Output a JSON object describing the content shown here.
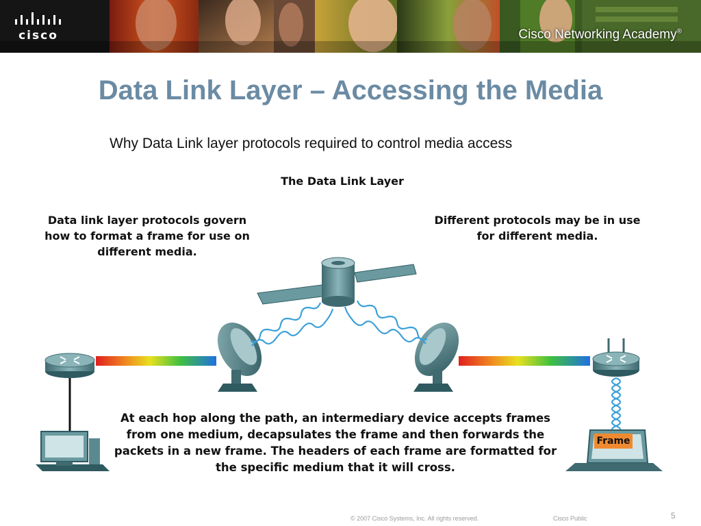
{
  "banner": {
    "logo_text": "cisco",
    "academy_text": "Cisco Networking Academy",
    "academy_mark": "®"
  },
  "slide": {
    "title": "Data Link Layer – Accessing the Media",
    "subtitle": "Why Data Link layer protocols required to control media access"
  },
  "diagram": {
    "heading": "The Data Link Layer",
    "left_note": "Data link layer protocols govern how to format a frame for use on different media.",
    "right_note": "Different protocols may be in use for different media.",
    "bottom_note": "At each hop along the path, an intermediary device accepts frames from one medium, decapsulates the frame and then forwards the packets in a new frame. The headers of each frame are formatted for the specific medium that it will cross.",
    "frame_label": "Frame",
    "icons": [
      "router-icon",
      "desktop-computer-icon",
      "satellite-dish-icon",
      "satellite-icon",
      "wireless-router-icon",
      "laptop-icon"
    ],
    "colors": {
      "title": "#6b8ba4",
      "device": "#5a8a90",
      "frame": "#f08a30",
      "wireless_link": "#3aa0d8"
    }
  },
  "footer": {
    "copyright": "© 2007 Cisco Systems, Inc. All rights reserved.",
    "classification": "Cisco Public",
    "page_number": "5"
  }
}
